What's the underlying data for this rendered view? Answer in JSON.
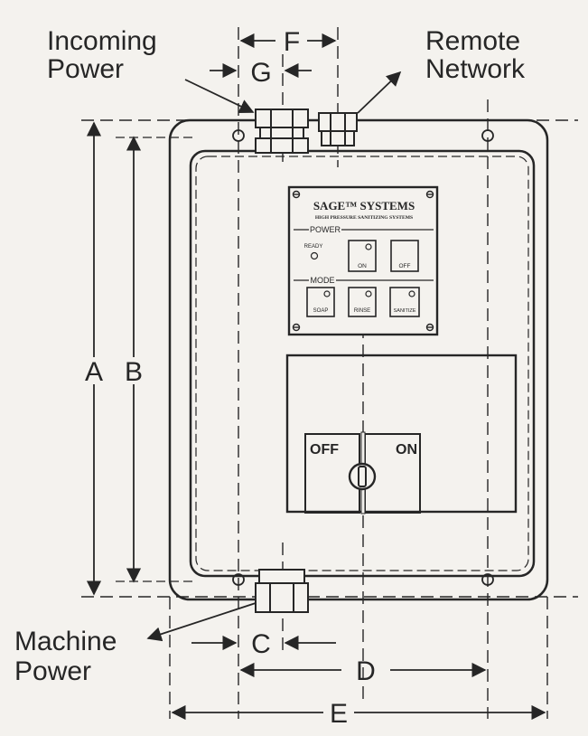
{
  "callouts": {
    "incoming_power": [
      "Incoming",
      "Power"
    ],
    "remote_network": [
      "Remote",
      "Network"
    ],
    "machine_power": [
      "Machine",
      "Power"
    ]
  },
  "dimensions": {
    "a": "A",
    "b": "B",
    "c": "C",
    "d": "D",
    "e": "E",
    "f": "F",
    "g": "G"
  },
  "nameplate": {
    "brand": "SAGE™ SYSTEMS",
    "tagline": "HIGH PRESSURE SANITIZING SYSTEMS",
    "power_section": "POWER",
    "ready_label": "READY",
    "on_button": "ON",
    "off_button": "OFF",
    "mode_section": "MODE",
    "soap_button": "SOAP",
    "rinse_button": "RINSE",
    "sanitize_button": "SANITIZE"
  },
  "switch": {
    "off_label": "OFF",
    "on_label": "ON"
  },
  "colors": {
    "ink": "#262626",
    "paper": "#f4f2ee"
  }
}
